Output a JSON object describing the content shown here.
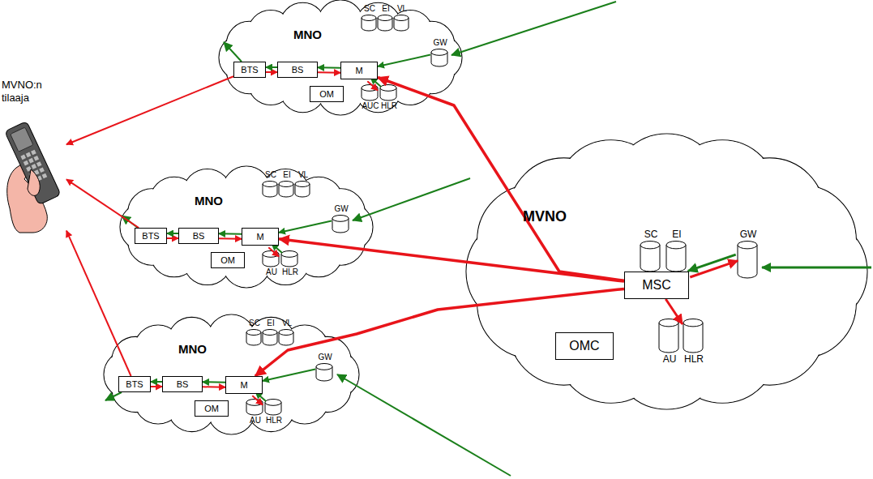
{
  "diagram": {
    "nodes": [
      {
        "text": [
          "MVNO:n tilaaja"
        ]
      },
      {
        "text": [
          "MNO"
        ]
      },
      {
        "text": [
          "SC"
        ],
        "in": 1
      },
      {
        "text": [
          "EI"
        ],
        "in": 1
      },
      {
        "text": [
          "VL"
        ],
        "in": 1
      },
      {
        "text": [
          "GW"
        ],
        "in": 1
      },
      {
        "text": [
          "BTS"
        ],
        "in": 1
      },
      {
        "text": [
          "BS"
        ],
        "in": 1
      },
      {
        "text": [
          "M"
        ],
        "in": 1
      },
      {
        "text": [
          "OM"
        ],
        "in": 1
      },
      {
        "text": [
          "AUC"
        ],
        "in": 1
      },
      {
        "text": [
          "HLR"
        ],
        "in": 1
      },
      {
        "text": [
          "MNO"
        ]
      },
      {
        "text": [
          "SC"
        ],
        "in": 12
      },
      {
        "text": [
          "EI"
        ],
        "in": 12
      },
      {
        "text": [
          "VL"
        ],
        "in": 12
      },
      {
        "text": [
          "GW"
        ],
        "in": 12
      },
      {
        "text": [
          "BTS"
        ],
        "in": 12
      },
      {
        "text": [
          "BS"
        ],
        "in": 12
      },
      {
        "text": [
          "M"
        ],
        "in": 12
      },
      {
        "text": [
          "OM"
        ],
        "in": 12
      },
      {
        "text": [
          "AU"
        ],
        "in": 12
      },
      {
        "text": [
          "HLR"
        ],
        "in": 12
      },
      {
        "text": [
          "MNO"
        ]
      },
      {
        "text": [
          "SC"
        ],
        "in": 23
      },
      {
        "text": [
          "EI"
        ],
        "in": 23
      },
      {
        "text": [
          "VL"
        ],
        "in": 23
      },
      {
        "text": [
          "GW"
        ],
        "in": 23
      },
      {
        "text": [
          "BTS"
        ],
        "in": 23
      },
      {
        "text": [
          "BS"
        ],
        "in": 23
      },
      {
        "text": [
          "M"
        ],
        "in": 23
      },
      {
        "text": [
          "OM"
        ],
        "in": 23
      },
      {
        "text": [
          "AU"
        ],
        "in": 23
      },
      {
        "text": [
          "HLR"
        ],
        "in": 23
      },
      {
        "text": [
          "MVNO"
        ]
      },
      {
        "text": [
          "SC"
        ],
        "in": 34
      },
      {
        "text": [
          "EI"
        ],
        "in": 34
      },
      {
        "text": [
          "GW"
        ],
        "in": 34
      },
      {
        "text": [
          "MSC"
        ],
        "in": 34
      },
      {
        "text": [
          "OMC"
        ],
        "in": 34
      },
      {
        "text": [
          "AU"
        ],
        "in": 34
      },
      {
        "text": [
          "HLR"
        ],
        "in": 34
      }
    ],
    "edges": [
      {
        "from": 6,
        "to": 7,
        "arrow": "to"
      },
      {
        "from": 7,
        "to": 8,
        "arrow": "to"
      },
      {
        "from": 8,
        "to": 7,
        "arrow": "to"
      },
      {
        "from": 7,
        "to": 6,
        "arrow": "to"
      },
      {
        "from": 5,
        "to": 8,
        "arrow": "to"
      },
      {
        "from": 8,
        "to": 11,
        "arrow": "to"
      },
      {
        "from": 11,
        "to": 8,
        "arrow": "to"
      },
      {
        "from": 6,
        "to": 0,
        "arrow": "to"
      },
      {
        "from": 17,
        "to": 18,
        "arrow": "to"
      },
      {
        "from": 18,
        "to": 19,
        "arrow": "to"
      },
      {
        "from": 19,
        "to": 18,
        "arrow": "to"
      },
      {
        "from": 18,
        "to": 17,
        "arrow": "to"
      },
      {
        "from": 16,
        "to": 19,
        "arrow": "to"
      },
      {
        "from": 19,
        "to": 22,
        "arrow": "to"
      },
      {
        "from": 22,
        "to": 19,
        "arrow": "to"
      },
      {
        "from": 17,
        "to": 0,
        "arrow": "to"
      },
      {
        "from": 28,
        "to": 29,
        "arrow": "to"
      },
      {
        "from": 29,
        "to": 30,
        "arrow": "to"
      },
      {
        "from": 30,
        "to": 29,
        "arrow": "to"
      },
      {
        "from": 29,
        "to": 28,
        "arrow": "to"
      },
      {
        "from": 27,
        "to": 30,
        "arrow": "to"
      },
      {
        "from": 30,
        "to": 33,
        "arrow": "to"
      },
      {
        "from": 33,
        "to": 30,
        "arrow": "to"
      },
      {
        "from": 28,
        "to": 0,
        "arrow": "to"
      },
      {
        "from": 38,
        "to": 8,
        "arrow": "to"
      },
      {
        "from": 38,
        "to": 19,
        "arrow": "to"
      },
      {
        "from": 38,
        "to": 30,
        "arrow": "to"
      },
      {
        "from": 37,
        "to": 38,
        "arrow": "to"
      },
      {
        "from": 38,
        "to": 37,
        "arrow": "to"
      },
      {
        "from": 38,
        "to": 41,
        "arrow": "to"
      }
    ]
  }
}
